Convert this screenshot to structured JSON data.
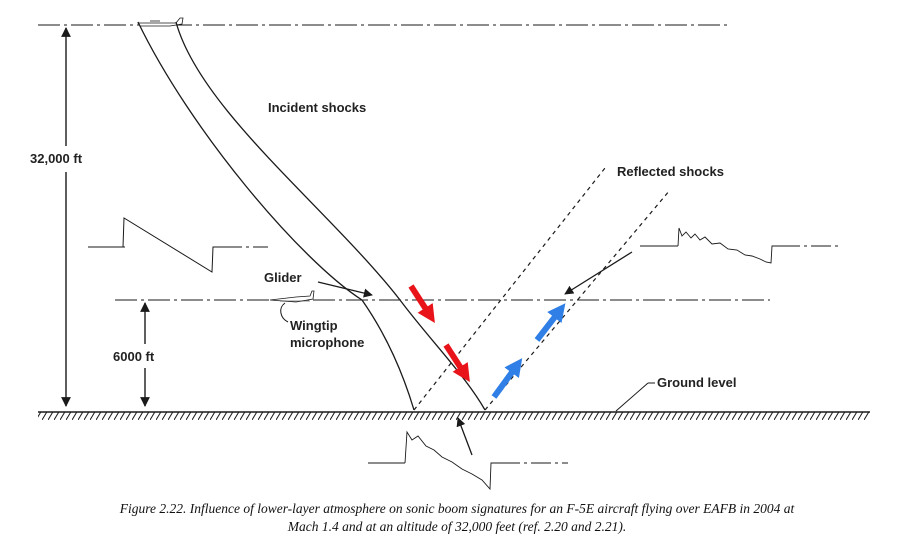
{
  "labels": {
    "altitude_total": "32,000 ft",
    "altitude_glider": "6000 ft",
    "incident_shocks": "Incident shocks",
    "reflected_shocks": "Reflected shocks",
    "glider": "Glider",
    "wingtip_line1": "Wingtip",
    "wingtip_line2": "microphone",
    "ground_level": "Ground level"
  },
  "caption": {
    "line1": "Figure 2.22.  Influence of lower-layer atmosphere on sonic boom signatures for an F-5E aircraft flying over EAFB  in 2004 at",
    "line2": "Mach 1.4 and at an altitude of 32,000 feet (ref. 2.20 and 2.21)."
  },
  "colors": {
    "line": "#1a1a1a",
    "incident_arrow": "#e8141a",
    "reflected_arrow": "#2f7fe6"
  },
  "icons": [
    "aircraft-icon",
    "glider-icon"
  ]
}
